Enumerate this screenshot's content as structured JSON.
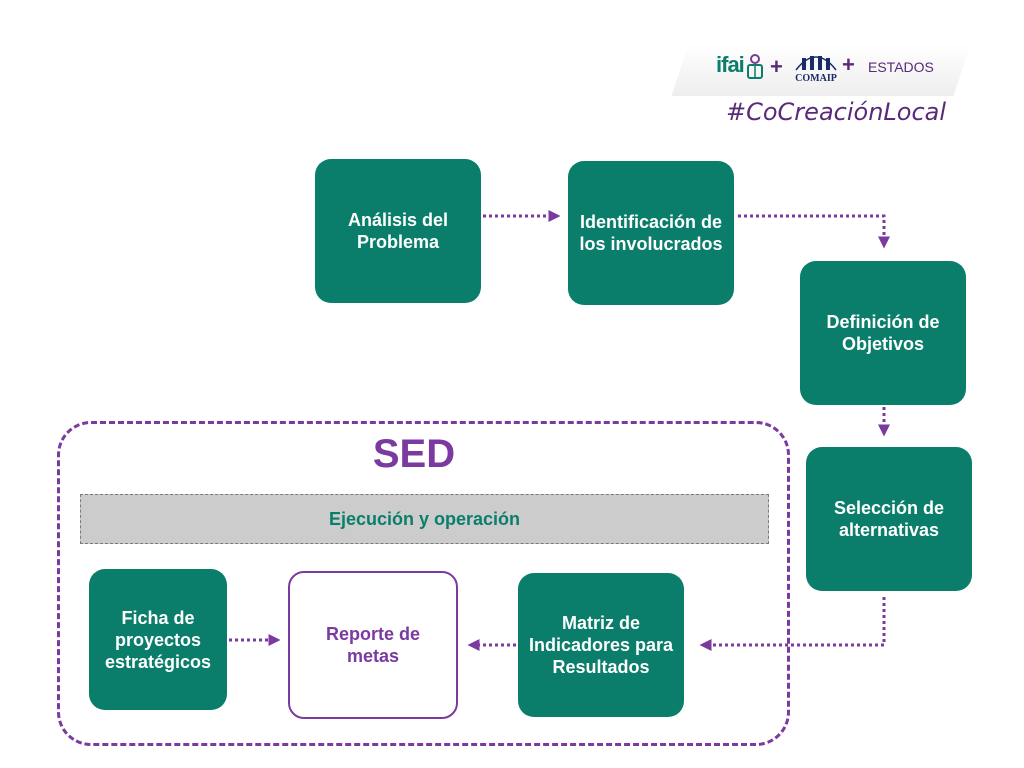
{
  "header": {
    "logo_ifai": "ifai",
    "plus_1": "+",
    "logo_comaip": "COMAIP",
    "plus_2": "+",
    "estados": "ESTADOS",
    "hashtag": "#CoCreaciónLocal"
  },
  "sed": {
    "title": "SED",
    "bar_label": "Ejecución y operación"
  },
  "nodes": {
    "analisis": "Análisis del Problema",
    "identificacion": "Identificación de los involucrados",
    "definicion": "Definición de Objetivos",
    "seleccion": "Selección de alternativas",
    "matriz": "Matriz de Indicadores para Resultados",
    "reporte": "Reporte de metas",
    "ficha": "Ficha de proyectos estratégicos"
  },
  "colors": {
    "node_green": "#0a7e6b",
    "accent_purple": "#7a3aa0",
    "bar_gray": "#cccccc"
  }
}
